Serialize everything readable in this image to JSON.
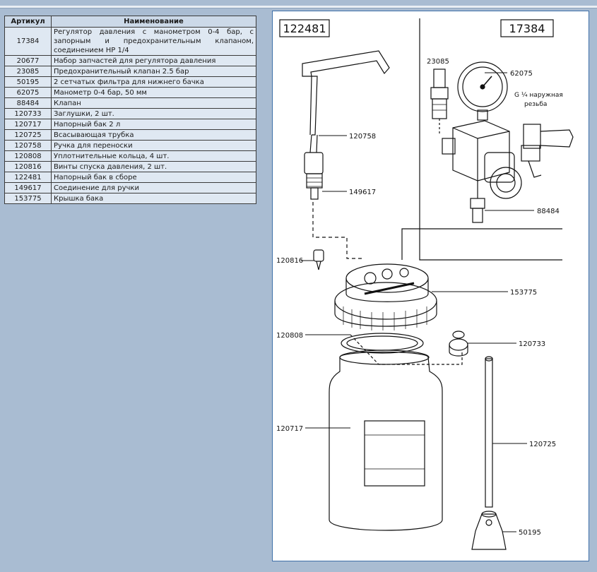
{
  "table": {
    "headers": {
      "article": "Артикул",
      "name": "Наименование"
    },
    "rows": [
      {
        "article": "17384",
        "name": "Регулятор давления с манометром 0-4 бар, с запорным и предохранительным клапаном, соединением НР 1/4"
      },
      {
        "article": "20677",
        "name": "Набор запчастей для регулятора давления"
      },
      {
        "article": "23085",
        "name": "Предохранительный клапан 2.5 бар"
      },
      {
        "article": "50195",
        "name": "2 сетчатых фильтра для нижнего бачка"
      },
      {
        "article": "62075",
        "name": "Манометр 0-4 бар, 50 мм"
      },
      {
        "article": "88484",
        "name": "Клапан"
      },
      {
        "article": "120733",
        "name": "Заглушки, 2 шт."
      },
      {
        "article": "120717",
        "name": "Напорный бак 2 л"
      },
      {
        "article": "120725",
        "name": "Всасывающая трубка"
      },
      {
        "article": "120758",
        "name": "Ручка для переноски"
      },
      {
        "article": "120808",
        "name": "Уплотнительные кольца, 4 шт."
      },
      {
        "article": "120816",
        "name": "Винты спуска давления, 2 шт."
      },
      {
        "article": "122481",
        "name": "Напорный бак в сборе"
      },
      {
        "article": "149617",
        "name": "Соединение для ручки"
      },
      {
        "article": "153775",
        "name": "Крышка бака"
      }
    ]
  },
  "diagram": {
    "box_labels": {
      "assembly": "122481",
      "regulator": "17384"
    },
    "callouts": {
      "c23085": "23085",
      "c62075": "62075",
      "thread_line1": "G ¼ наружная",
      "thread_line2": "резьба",
      "c120758": "120758",
      "c149617": "149617",
      "c88484": "88484",
      "c120816": "120816",
      "c153775": "153775",
      "c120808": "120808",
      "c120733": "120733",
      "c120717": "120717",
      "c120725": "120725",
      "c50195": "50195"
    }
  }
}
